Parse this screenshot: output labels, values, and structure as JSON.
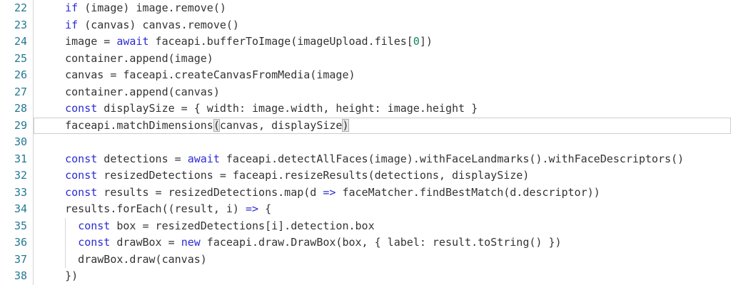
{
  "colors": {
    "background": "#ffffff",
    "foreground": "#333333",
    "keyword": "#2b2bd5",
    "number": "#098658",
    "line_number": "#237893",
    "indent_guide": "#d6d6d6",
    "current_line_border": "#cdcdcd",
    "bracket_match_background": "#e7e7e7",
    "bracket_match_border": "#adadad"
  },
  "editor": {
    "first_line_number": 22,
    "current_line_number": 29,
    "lines": [
      {
        "number": 22,
        "tokens": [
          {
            "t": "pl",
            "s": "    "
          },
          {
            "t": "kw",
            "s": "if"
          },
          {
            "t": "pl",
            "s": " (image) image.remove()"
          }
        ]
      },
      {
        "number": 23,
        "tokens": [
          {
            "t": "pl",
            "s": "    "
          },
          {
            "t": "kw",
            "s": "if"
          },
          {
            "t": "pl",
            "s": " (canvas) canvas.remove()"
          }
        ]
      },
      {
        "number": 24,
        "tokens": [
          {
            "t": "pl",
            "s": "    image = "
          },
          {
            "t": "kw",
            "s": "await"
          },
          {
            "t": "pl",
            "s": " faceapi.bufferToImage(imageUpload.files["
          },
          {
            "t": "num",
            "s": "0"
          },
          {
            "t": "pl",
            "s": "])"
          }
        ]
      },
      {
        "number": 25,
        "tokens": [
          {
            "t": "pl",
            "s": "    container.append(image)"
          }
        ]
      },
      {
        "number": 26,
        "tokens": [
          {
            "t": "pl",
            "s": "    canvas = faceapi.createCanvasFromMedia(image)"
          }
        ]
      },
      {
        "number": 27,
        "tokens": [
          {
            "t": "pl",
            "s": "    container.append(canvas)"
          }
        ]
      },
      {
        "number": 28,
        "tokens": [
          {
            "t": "pl",
            "s": "    "
          },
          {
            "t": "kw",
            "s": "const"
          },
          {
            "t": "pl",
            "s": " displaySize = { width: image.width, height: image.height }"
          }
        ]
      },
      {
        "number": 29,
        "current": true,
        "tokens": [
          {
            "t": "pl",
            "s": "    faceapi.matchDimensions"
          },
          {
            "t": "brkt",
            "s": "("
          },
          {
            "t": "pl",
            "s": "canvas, displaySize"
          },
          {
            "t": "brkt",
            "s": ")"
          }
        ]
      },
      {
        "number": 30,
        "tokens": []
      },
      {
        "number": 31,
        "tokens": [
          {
            "t": "pl",
            "s": "    "
          },
          {
            "t": "kw",
            "s": "const"
          },
          {
            "t": "pl",
            "s": " detections = "
          },
          {
            "t": "kw",
            "s": "await"
          },
          {
            "t": "pl",
            "s": " faceapi.detectAllFaces(image).withFaceLandmarks().withFaceDescriptors()"
          }
        ]
      },
      {
        "number": 32,
        "tokens": [
          {
            "t": "pl",
            "s": "    "
          },
          {
            "t": "kw",
            "s": "const"
          },
          {
            "t": "pl",
            "s": " resizedDetections = faceapi.resizeResults(detections, displaySize)"
          }
        ]
      },
      {
        "number": 33,
        "tokens": [
          {
            "t": "pl",
            "s": "    "
          },
          {
            "t": "kw",
            "s": "const"
          },
          {
            "t": "pl",
            "s": " results = resizedDetections.map(d "
          },
          {
            "t": "kw",
            "s": "=>"
          },
          {
            "t": "pl",
            "s": " faceMatcher.findBestMatch(d.descriptor))"
          }
        ]
      },
      {
        "number": 34,
        "tokens": [
          {
            "t": "pl",
            "s": "    results.forEach((result, i) "
          },
          {
            "t": "kw",
            "s": "=>"
          },
          {
            "t": "pl",
            "s": " {"
          }
        ]
      },
      {
        "number": 35,
        "guide": true,
        "tokens": [
          {
            "t": "pl",
            "s": "      "
          },
          {
            "t": "kw",
            "s": "const"
          },
          {
            "t": "pl",
            "s": " box = resizedDetections[i].detection.box"
          }
        ]
      },
      {
        "number": 36,
        "guide": true,
        "tokens": [
          {
            "t": "pl",
            "s": "      "
          },
          {
            "t": "kw",
            "s": "const"
          },
          {
            "t": "pl",
            "s": " drawBox = "
          },
          {
            "t": "kw",
            "s": "new"
          },
          {
            "t": "pl",
            "s": " faceapi.draw.DrawBox(box, { label: result.toString() })"
          }
        ]
      },
      {
        "number": 37,
        "guide": true,
        "tokens": [
          {
            "t": "pl",
            "s": "      drawBox.draw(canvas)"
          }
        ]
      },
      {
        "number": 38,
        "tokens": [
          {
            "t": "pl",
            "s": "    })"
          }
        ]
      }
    ]
  }
}
